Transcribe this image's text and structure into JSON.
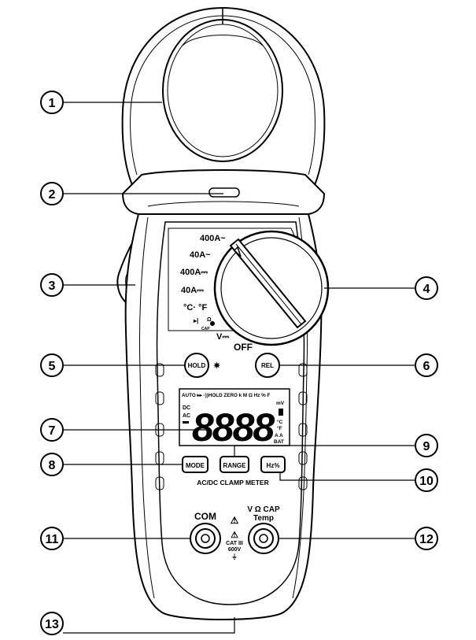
{
  "callouts": [
    {
      "n": "1"
    },
    {
      "n": "2"
    },
    {
      "n": "3"
    },
    {
      "n": "4"
    },
    {
      "n": "5"
    },
    {
      "n": "6"
    },
    {
      "n": "7"
    },
    {
      "n": "8"
    },
    {
      "n": "9"
    },
    {
      "n": "10"
    },
    {
      "n": "11"
    },
    {
      "n": "12"
    },
    {
      "n": "13"
    }
  ],
  "dial": {
    "pos_400a_ac": "400A~",
    "pos_40a_ac": "40A~",
    "pos_400a_dc": "400A⎓",
    "pos_40a_dc": "40A⎓",
    "pos_temp": "°C· °F",
    "pos_ohm": "Ω",
    "pos_cap": "CAP",
    "pos_v": "V⎓",
    "pos_off": "OFF"
  },
  "buttons": {
    "hold": "HOLD",
    "rel": "REL",
    "mode": "MODE",
    "range": "RANGE",
    "hz": "Hz%"
  },
  "lcd": {
    "top_row": "AUTO ▸▸ ·))HOLD ZERO k M Ω Hz % F",
    "dc": "DC",
    "ac": "AC",
    "digits": "8888",
    "mv": "mV",
    "c": "°C",
    "f": "°F",
    "a": "A A",
    "bat": "BAT"
  },
  "meter_label": "AC/DC CLAMP METER",
  "jacks": {
    "com": "COM",
    "input_line1": "V Ω CAP",
    "input_line2": "Temp",
    "cat_line1": "CAT III",
    "cat_line2": "600V"
  }
}
